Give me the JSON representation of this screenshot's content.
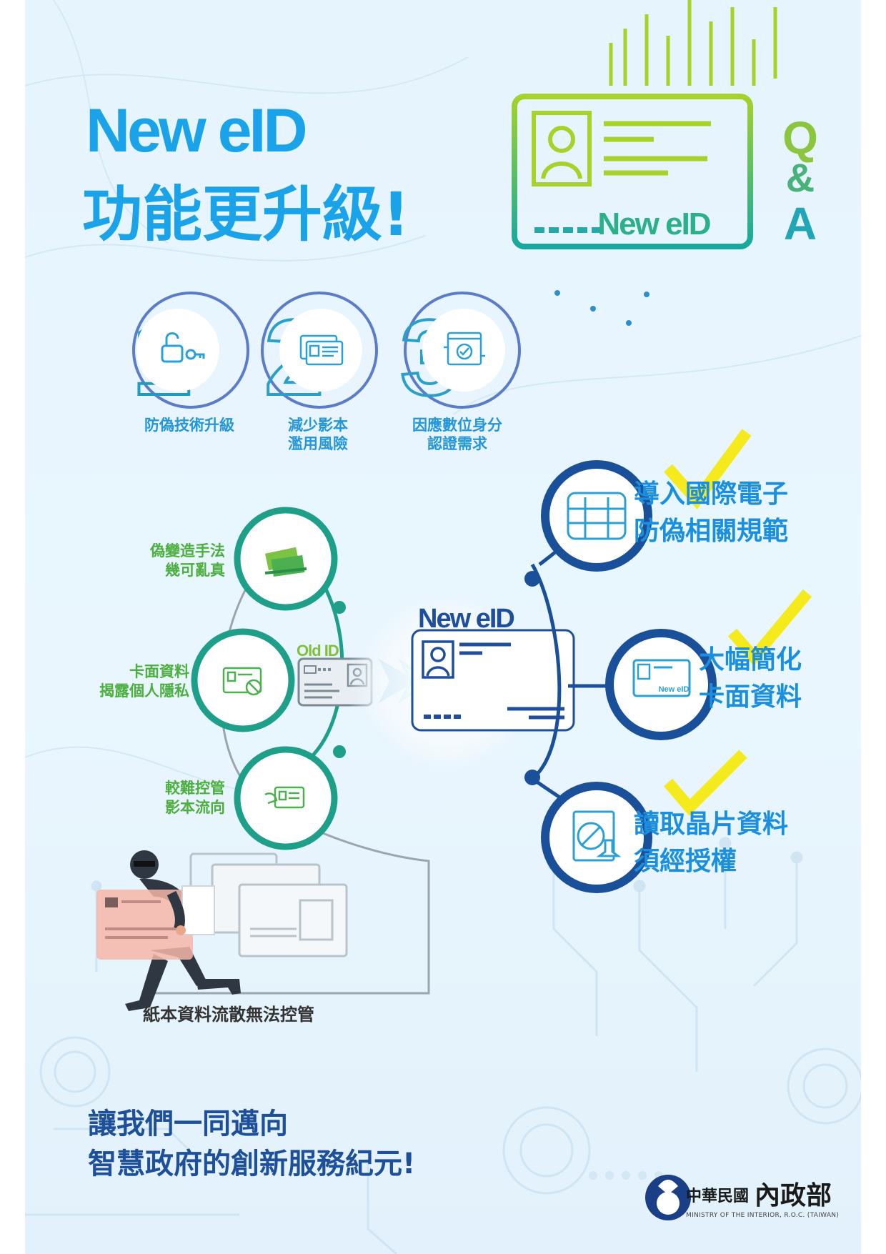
{
  "title": {
    "line1": "New eID",
    "line2": "功能更升級!"
  },
  "qa_card": {
    "card_text": "New eID",
    "letters": [
      "Q",
      "&",
      "A"
    ]
  },
  "benefits": [
    {
      "number": "1",
      "icon": "unlock-key-icon",
      "label_lines": [
        "防偽技術升級"
      ]
    },
    {
      "number": "2",
      "icon": "id-card-copy-icon",
      "label_lines": [
        "減少影本",
        "濫用風險"
      ]
    },
    {
      "number": "3",
      "icon": "digital-verify-icon",
      "label_lines": [
        "因應數位身分",
        "認證需求"
      ]
    }
  ],
  "old_issues": [
    {
      "icon": "counterfeit-cash-icon",
      "label_lines": [
        "偽變造手法",
        "幾可亂真"
      ]
    },
    {
      "icon": "privacy-card-icon",
      "label_lines": [
        "卡面資料",
        "揭露個人隱私"
      ]
    },
    {
      "icon": "hand-card-icon",
      "label_lines": [
        "較難控管",
        "影本流向"
      ]
    }
  ],
  "old_id_label": "Old ID",
  "new_eid_label": "New eID",
  "new_features": [
    {
      "icon": "chip-icon",
      "label_lines": [
        "導入國際電子",
        "防偽相關規範"
      ]
    },
    {
      "icon": "simple-card-icon",
      "label_lines": [
        "大幅簡化",
        "卡面資料"
      ],
      "card_text": "New eID"
    },
    {
      "icon": "authorization-stamp-icon",
      "label_lines": [
        "讀取晶片資料",
        "須經授權"
      ]
    }
  ],
  "paper_caption": "紙本資料流散無法控管",
  "slogan_lines": [
    "讓我們一同邁向",
    "智慧政府的創新服務紀元!"
  ],
  "ministry": {
    "name": "中華民國",
    "name_big": "內政部",
    "english": "MINISTRY OF THE INTERIOR, R.O.C. (TAIWAN)"
  },
  "colors": {
    "title_blue": "#1aa3e8",
    "navy": "#1e4e9c",
    "teal": "#1e9f8a",
    "lime": "#9bcf2e",
    "check_yellow": "#f5ea1c"
  }
}
